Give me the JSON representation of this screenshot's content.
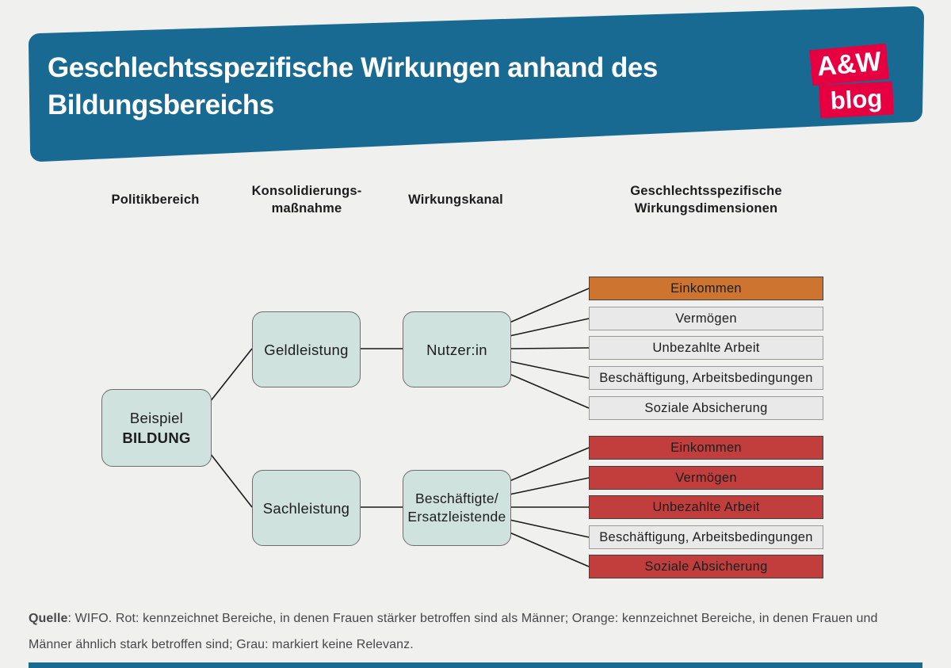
{
  "header": {
    "title_line1": "Geschlechtsspezifische Wirkungen anhand des",
    "title_line2": "Bildungsbereichs",
    "banner_color": "#186a93",
    "logo_top": "A&W",
    "logo_bottom": "blog",
    "logo_color": "#e60042"
  },
  "columns": [
    {
      "line1": "Politikbereich",
      "line2": ""
    },
    {
      "line1": "Konsolidierungs-",
      "line2": "maßnahme"
    },
    {
      "line1": "Wirkungskanal",
      "line2": ""
    },
    {
      "line1": "Geschlechtsspezifische",
      "line2": "Wirkungsdimensionen"
    }
  ],
  "diagram": {
    "nodes": {
      "beispiel_line1": "Beispiel",
      "beispiel_line2": "BILDUNG",
      "geldleistung": "Geldleistung",
      "sachleistung": "Sachleistung",
      "nutzerin": "Nutzer:in",
      "beschaeftigte_line1": "Beschäftigte/",
      "beschaeftigte_line2": "Ersatzleistende"
    },
    "colors": {
      "red": "#c13e3c",
      "orange": "#cd7430",
      "gray": "#e9e9e9",
      "node_fill": "#cfe2dd",
      "gray_border": "#9a9a9a",
      "colored_border": "#3f3f3f"
    },
    "dimensions_top": [
      {
        "label": "Einkommen",
        "color": "orange"
      },
      {
        "label": "Vermögen",
        "color": "gray"
      },
      {
        "label": "Unbezahlte Arbeit",
        "color": "gray"
      },
      {
        "label": "Beschäftigung, Arbeitsbedingungen",
        "color": "gray"
      },
      {
        "label": "Soziale Absicherung",
        "color": "gray"
      }
    ],
    "dimensions_bottom": [
      {
        "label": "Einkommen",
        "color": "red"
      },
      {
        "label": "Vermögen",
        "color": "red"
      },
      {
        "label": "Unbezahlte Arbeit",
        "color": "red"
      },
      {
        "label": "Beschäftigung, Arbeitsbedingungen",
        "color": "gray"
      },
      {
        "label": "Soziale Absicherung",
        "color": "red"
      }
    ]
  },
  "footer": {
    "source_label": "Quelle",
    "text": ": WIFO. Rot: kennzeichnet Bereiche, in denen Frauen stärker betroffen sind als Männer; Orange: kennzeichnet Bereiche, in denen Frauen und Männer ähnlich stark betroffen sind; Grau: markiert keine Relevanz."
  }
}
